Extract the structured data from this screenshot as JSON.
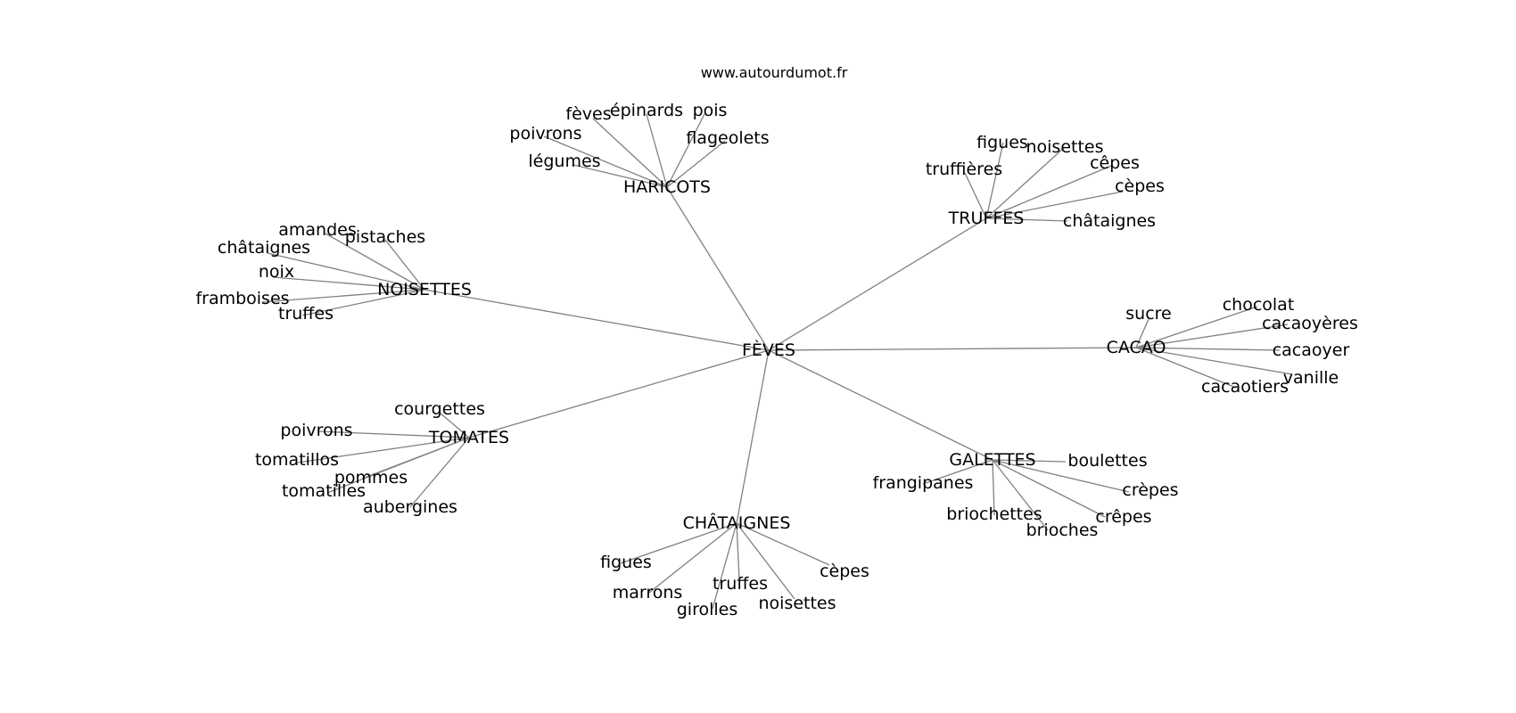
{
  "source_credit": "www.autourdumot.fr",
  "graph": {
    "root": "FÈVES",
    "clusters": [
      {
        "hub": "HARICOTS",
        "leaves": [
          "fèves",
          "épinards",
          "pois",
          "poivrons",
          "flageolets",
          "légumes"
        ]
      },
      {
        "hub": "TRUFFES",
        "leaves": [
          "figues",
          "noisettes",
          "cêpes",
          "truffières",
          "cèpes",
          "châtaignes"
        ]
      },
      {
        "hub": "NOISETTES",
        "leaves": [
          "amandes",
          "pistaches",
          "châtaignes",
          "noix",
          "framboises",
          "truffes"
        ]
      },
      {
        "hub": "CACAO",
        "leaves": [
          "sucre",
          "chocolat",
          "cacaoyères",
          "cacaoyer",
          "vanille",
          "cacaotiers"
        ]
      },
      {
        "hub": "TOMATES",
        "leaves": [
          "courgettes",
          "poivrons",
          "tomatillos",
          "pommes",
          "tomatilles",
          "aubergines"
        ]
      },
      {
        "hub": "GALETTES",
        "leaves": [
          "boulettes",
          "frangipanes",
          "crèpes",
          "crêpes",
          "briochettes",
          "brioches"
        ]
      },
      {
        "hub": "CHÂTAIGNES",
        "leaves": [
          "figues",
          "cèpes",
          "truffes",
          "marrons",
          "noisettes",
          "girolles"
        ]
      }
    ]
  }
}
